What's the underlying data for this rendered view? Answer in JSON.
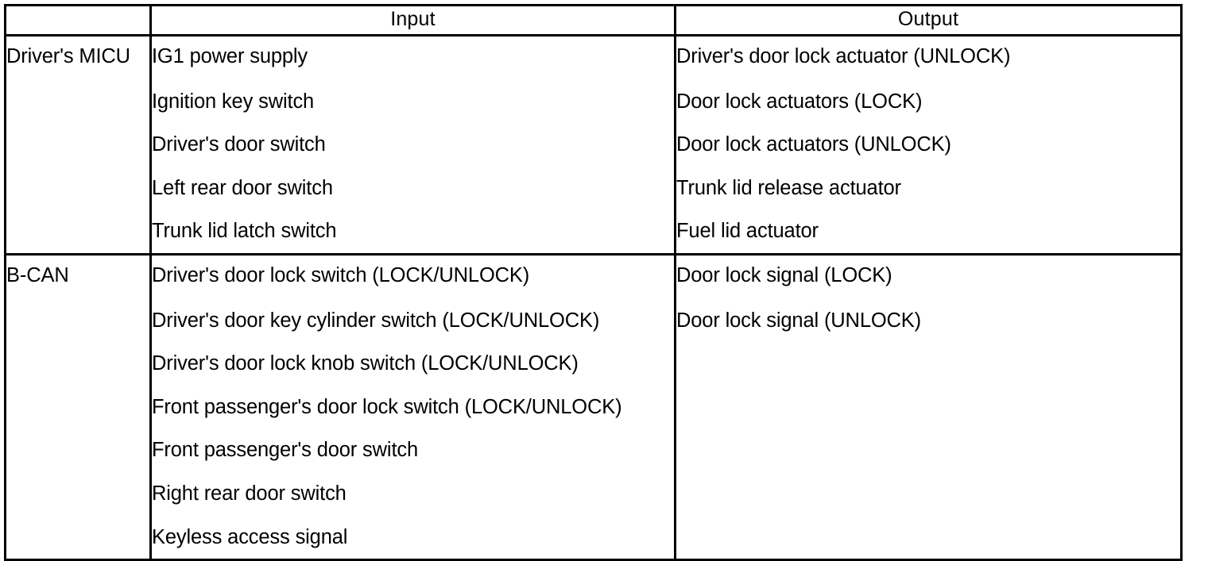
{
  "table": {
    "headers": {
      "module_column": "",
      "input_column": "Input",
      "output_column": "Output"
    },
    "rows": [
      {
        "module": "Driver's MICU",
        "inputs": [
          "IG1 power supply",
          "Ignition key switch",
          "Driver's door switch",
          "Left rear door switch",
          "Trunk lid latch switch"
        ],
        "outputs": [
          "Driver's door lock actuator (UNLOCK)",
          "Door lock actuators (LOCK)",
          "Door lock actuators (UNLOCK)",
          "Trunk lid release actuator",
          "Fuel lid actuator"
        ]
      },
      {
        "module": "B-CAN",
        "inputs": [
          "Driver's door lock switch (LOCK/UNLOCK)",
          "Driver's door key cylinder switch (LOCK/UNLOCK)",
          "Driver's door lock knob switch (LOCK/UNLOCK)",
          "Front passenger's door lock switch (LOCK/UNLOCK)",
          "Front passenger's door switch",
          "Right rear door switch",
          "Keyless access signal"
        ],
        "outputs": [
          "Door lock signal (LOCK)",
          "Door lock signal (UNLOCK)"
        ]
      }
    ]
  },
  "colors": {
    "border": "#000000",
    "text": "#000000",
    "background": "#ffffff"
  }
}
